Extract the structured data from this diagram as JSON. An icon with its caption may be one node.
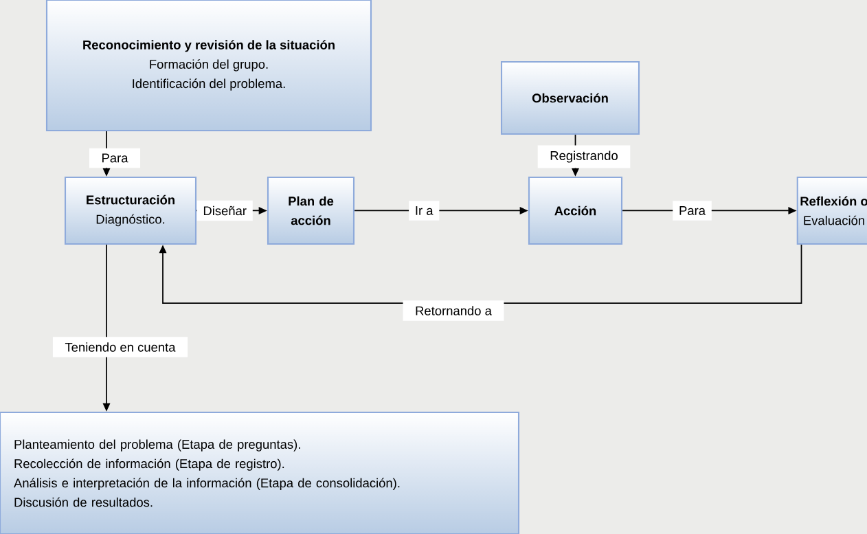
{
  "diagram": {
    "nodes": [
      {
        "text": [
          "Reconocimiento y revisión de la situación",
          "Formación del grupo.",
          "Identificación del problema."
        ]
      },
      {
        "text": [
          "Observación"
        ]
      },
      {
        "text": [
          "Estructuración",
          "Diagnóstico."
        ]
      },
      {
        "text": [
          "Plan de acción"
        ]
      },
      {
        "text": [
          "Acción"
        ]
      },
      {
        "text": [
          "Reflexión o",
          "Evaluación"
        ]
      },
      {
        "text": [
          "Planteamiento del problema (Etapa de preguntas).",
          "Recolección de información (Etapa de registro).",
          "Análisis e interpretación de la información (Etapa de consolidación).",
          "Discusión de resultados."
        ]
      }
    ],
    "edges": [
      {
        "from": 0,
        "to": 2,
        "arrow": "to",
        "label": "Para"
      },
      {
        "from": 1,
        "to": 4,
        "arrow": "to",
        "label": "Registrando"
      },
      {
        "from": 2,
        "to": 3,
        "arrow": "to",
        "label": "Diseñar"
      },
      {
        "from": 3,
        "to": 4,
        "arrow": "to",
        "label": "Ir a"
      },
      {
        "from": 4,
        "to": 5,
        "arrow": "to",
        "label": "Para"
      },
      {
        "from": 5,
        "to": 2,
        "arrow": "to",
        "label": "Retornando a"
      },
      {
        "from": 2,
        "to": 6,
        "arrow": "to",
        "label": "Teniendo en cuenta"
      }
    ]
  }
}
